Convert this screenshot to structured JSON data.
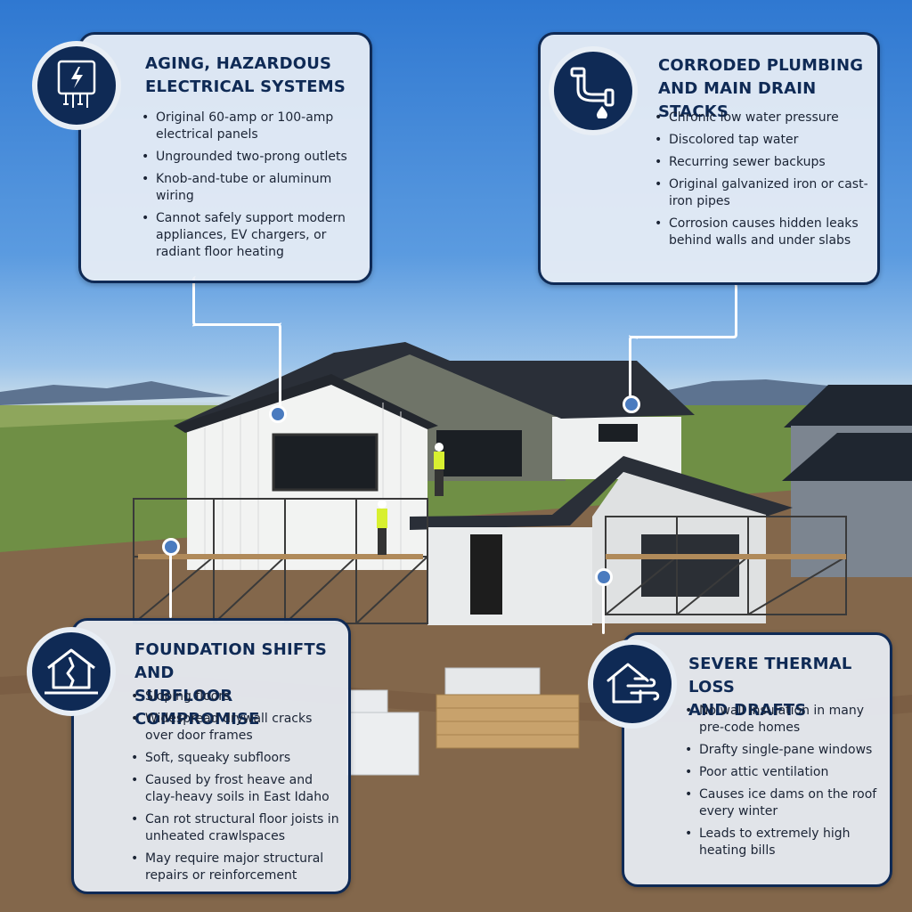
{
  "cards": {
    "electrical": {
      "icon": "electrical-panel-icon",
      "title_line1": "AGING, HAZARDOUS",
      "title_line2": "ELECTRICAL SYSTEMS",
      "items": [
        "Original 60-amp or 100-amp electrical panels",
        "Ungrounded two-prong outlets",
        "Knob-and-tube or aluminum wiring",
        "Cannot safely support modern appliances, EV chargers, or radiant floor heating"
      ]
    },
    "plumbing": {
      "icon": "pipe-drip-icon",
      "title_line1": "CORRODED PLUMBING",
      "title_line2": "AND MAIN DRAIN STACKS",
      "items": [
        "Chronic low water pressure",
        "Discolored tap water",
        "Recurring sewer backups",
        "Original galvanized iron or cast-iron pipes",
        "Corrosion causes hidden leaks behind walls and under slabs"
      ]
    },
    "foundation": {
      "icon": "cracked-house-icon",
      "title_line1": "FOUNDATION SHIFTS AND",
      "title_line2": "SUBFLOOR COMPROMISE",
      "items": [
        "Sloping floors",
        "Widespread drywall cracks over door frames",
        "Soft, squeaky subfloors",
        "Caused by frost heave and clay-heavy soils in East Idaho",
        "Can rot structural floor joists in unheated crawlspaces",
        "May require major structural repairs or reinforcement"
      ]
    },
    "thermal": {
      "icon": "house-wind-icon",
      "title_line1": "SEVERE THERMAL LOSS",
      "title_line2": "AND DRAFTS",
      "items": [
        "No wall insulation in many pre-code homes",
        "Drafty single-pane windows",
        "Poor attic ventilation",
        "Causes ice dams on the roof every winter",
        "Leads to extremely high heating bills"
      ]
    }
  },
  "colors": {
    "navy": "#0f2a55",
    "card_bg": "#e8eef5",
    "marker": "#4a7bbf"
  }
}
